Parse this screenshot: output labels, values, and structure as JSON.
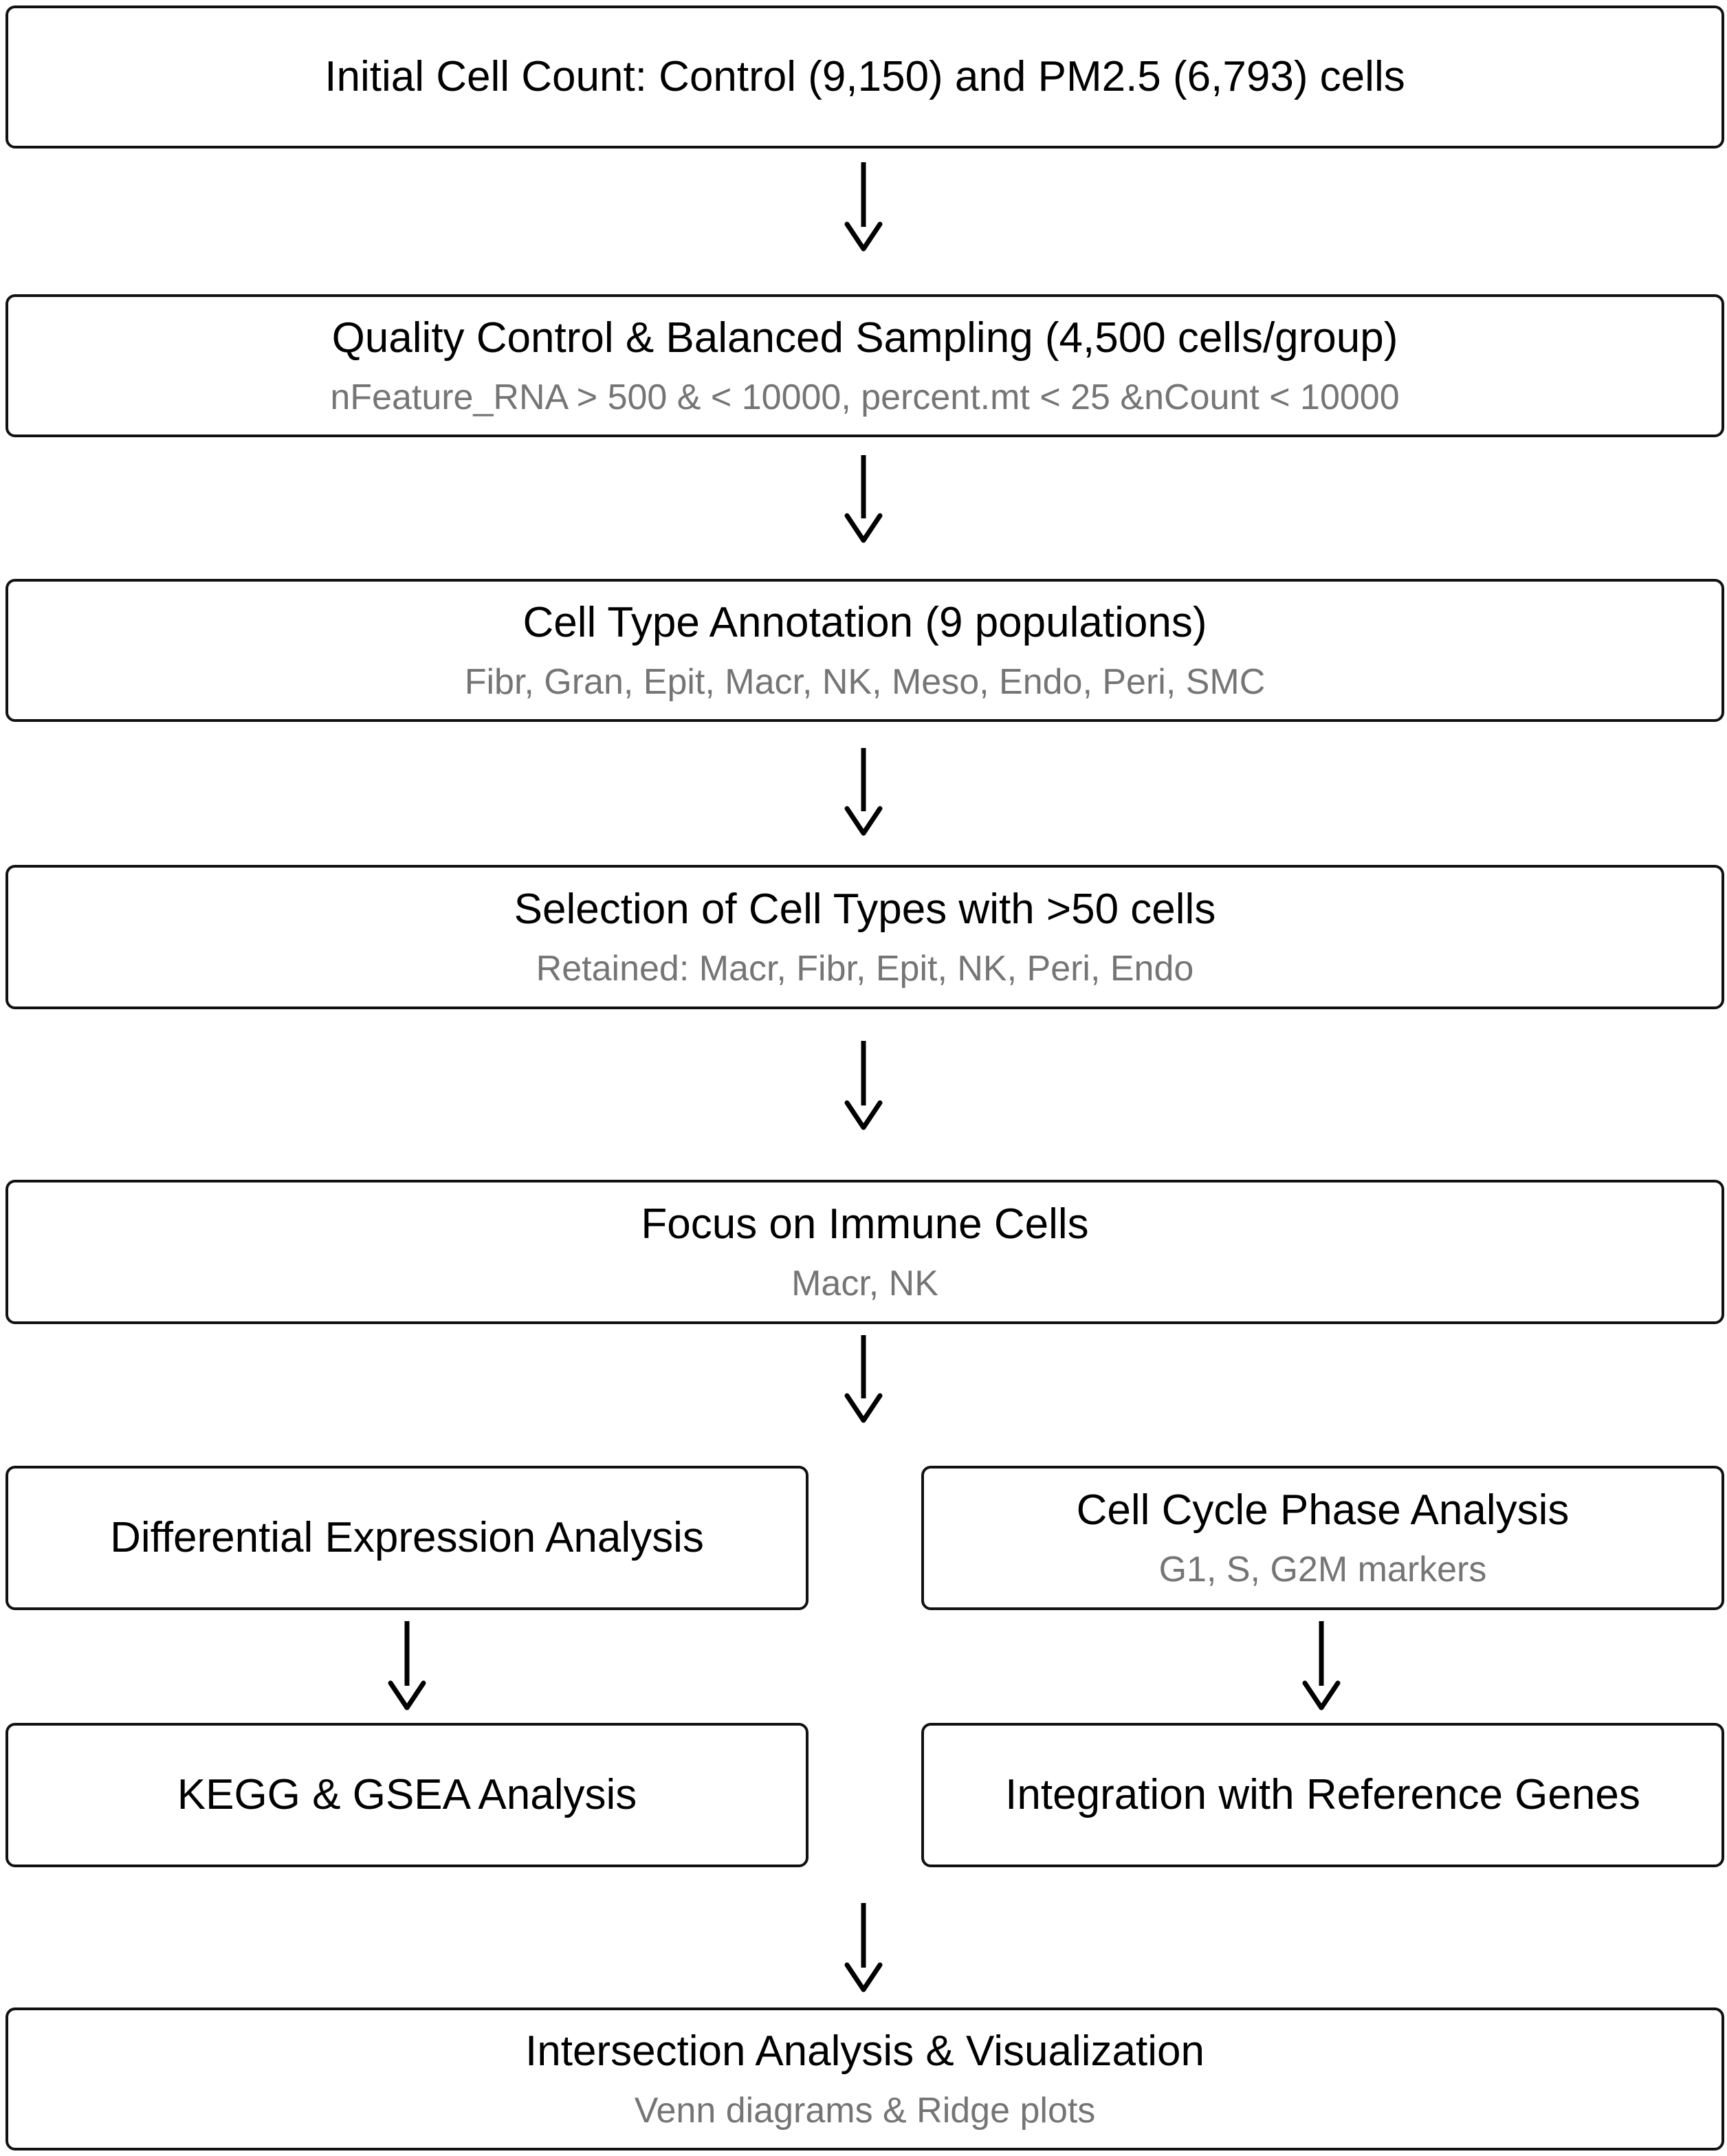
{
  "steps": {
    "initial": {
      "title": "Initial Cell Count: Control (9,150) and PM2.5 (6,793) cells"
    },
    "qc": {
      "title": "Quality Control & Balanced Sampling (4,500 cells/group)",
      "subtitle": "nFeature_RNA > 500 & < 10000, percent.mt < 25 &nCount < 10000"
    },
    "annotation": {
      "title": "Cell Type Annotation (9 populations)",
      "subtitle": "Fibr, Gran, Epit, Macr, NK, Meso, Endo, Peri, SMC"
    },
    "selection": {
      "title": "Selection of Cell Types with >50 cells",
      "subtitle": "Retained: Macr, Fibr, Epit, NK, Peri, Endo"
    },
    "immune": {
      "title": "Focus on Immune Cells",
      "subtitle": "Macr, NK"
    },
    "differential": {
      "title": "Differential Expression Analysis"
    },
    "cell_cycle": {
      "title": "Cell Cycle Phase Analysis",
      "subtitle": "G1, S, G2M markers"
    },
    "kegg": {
      "title": "KEGG & GSEA Analysis"
    },
    "integration": {
      "title": "Integration with Reference Genes"
    },
    "intersection": {
      "title": "Intersection Analysis & Visualization",
      "subtitle": "Venn diagrams & Ridge plots"
    }
  },
  "colors": {
    "border": "#111111",
    "title_text": "#000000",
    "subtitle_text": "#757575",
    "arrow": "#000000"
  }
}
